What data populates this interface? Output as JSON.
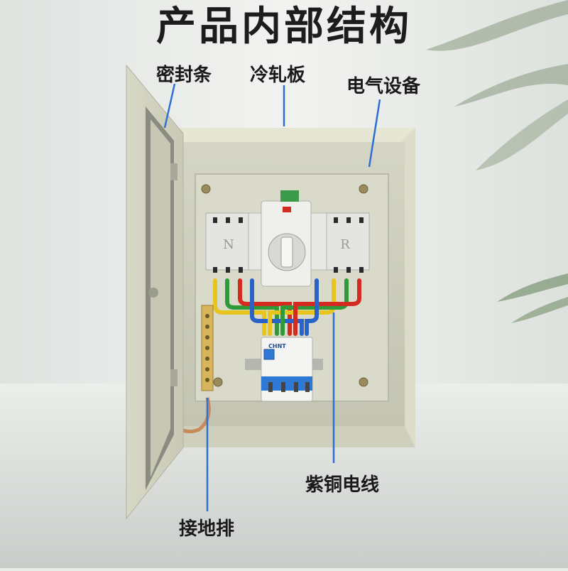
{
  "title": "产品内部结构",
  "callouts": {
    "seal_strip": "密封条",
    "cold_rolled_plate": "冷轧板",
    "electrical_equipment": "电气设备",
    "copper_wire": "紫铜电线",
    "ground_bar": "接地排"
  },
  "switch": {
    "left_mark": "N",
    "right_mark": "R"
  },
  "breaker_brand": "CHNT",
  "colors": {
    "callout_line": "#2f6fd6",
    "cabinet": "#dcdcc8",
    "wire_yellow": "#e8c51c",
    "wire_green": "#2f9a3a",
    "wire_red": "#d42a20",
    "wire_blue": "#2a63c8",
    "copper_ground": "#c78a5a"
  }
}
